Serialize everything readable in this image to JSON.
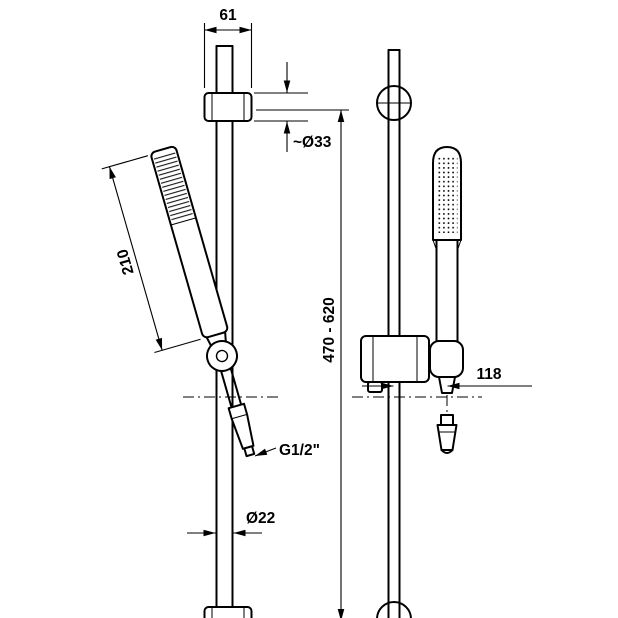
{
  "drawing": {
    "kind": "technical-dimension-drawing",
    "views": [
      "side-view",
      "front-view"
    ]
  },
  "dimensions": {
    "top_bracket_width": "61",
    "flange_diameter": "~Ø33",
    "handset_length": "210",
    "rail_height_range": "470 - 620",
    "hose_thread": "G1/2\"",
    "rail_diameter": "Ø22",
    "holder_offset": "118"
  }
}
